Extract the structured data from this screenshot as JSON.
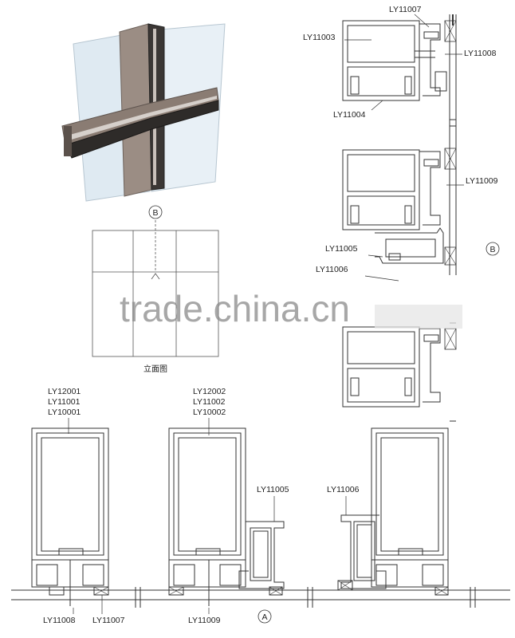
{
  "watermark": "trade.china.cn",
  "elevation_caption": "立面图",
  "markers": {
    "a": "A",
    "b": "B"
  },
  "profile_labels": {
    "ly11003": "LY11003",
    "ly11007_top": "LY11007",
    "ly11008_top": "LY11008",
    "ly11004": "LY11004",
    "ly11009_right": "LY11009",
    "ly11005_right": "LY11005",
    "ly11006_right": "LY11006",
    "mullion_a_stack": [
      "LY12001",
      "LY11001",
      "LY10001"
    ],
    "mullion_b_stack": [
      "LY12002",
      "LY11002",
      "LY10002"
    ],
    "ly11005_bottom": "LY11005",
    "ly11006_bottom": "LY11006",
    "ly11008_bottom": "LY11008",
    "ly11007_bottom": "LY11007",
    "ly11009_bottom": "LY11009"
  }
}
